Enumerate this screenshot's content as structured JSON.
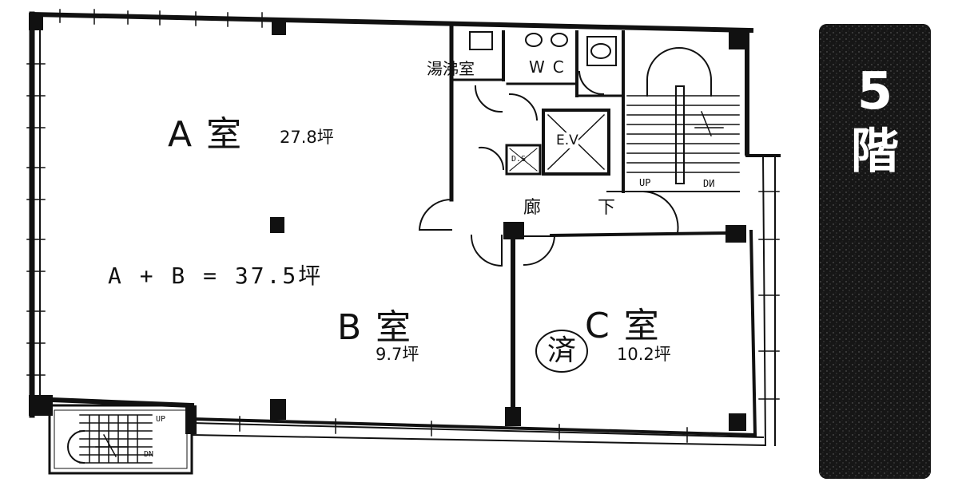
{
  "rooms": {
    "a": {
      "name": "A 室",
      "area": "27.8坪"
    },
    "b": {
      "name": "B 室",
      "area": "9.7坪"
    },
    "c": {
      "name": "C 室",
      "area": "10.2坪"
    }
  },
  "combined": "A + B = 37.5坪",
  "labels": {
    "kitchenette": "湯沸室",
    "wc": "WC",
    "elevator": "E.V",
    "ds": "D.S",
    "corridor_1": "廊",
    "corridor_2": "下",
    "stair_up": "UP",
    "stair_down": "DN",
    "stair_down_flipped": "DN",
    "stair2_up": "UP",
    "stair2_down": "DN"
  },
  "stamp": "済",
  "floor_badge": {
    "number": "5",
    "kanji": "階"
  },
  "colors": {
    "ink": "#111111",
    "badge": "#161616",
    "paper": "#ffffff"
  }
}
